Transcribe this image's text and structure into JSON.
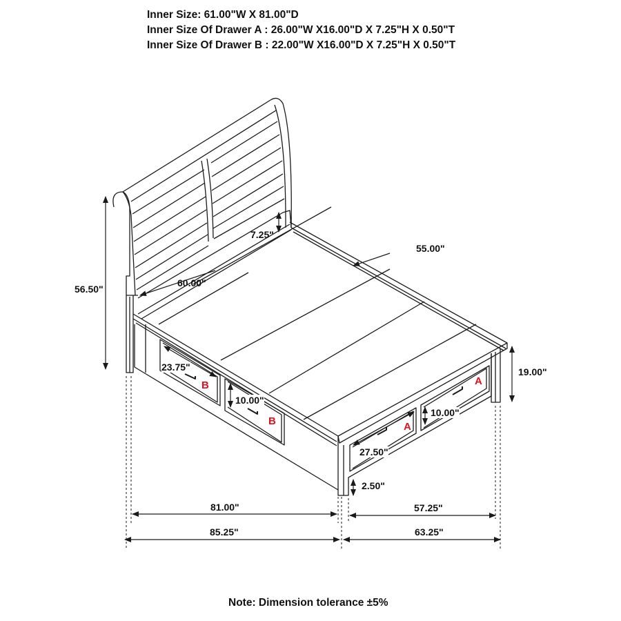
{
  "header": {
    "inner_size": "Inner Size: 61.00\"W X 81.00\"D",
    "drawer_a": "Inner Size Of Drawer A : 26.00\"W X16.00\"D X 7.25\"H X 0.50\"T",
    "drawer_b": "Inner Size Of Drawer B : 22.00\"W X16.00\"D X 7.25\"H X 0.50\"T"
  },
  "dimensions": {
    "headboard_height": "56.50\"",
    "rail_height_headboard": "7.25\"",
    "headboard_width": "60.00\"",
    "footboard_diag": "55.00\"",
    "drawer_b_width": "23.75\"",
    "drawer_b_height": "10.00\"",
    "footboard_height": "19.00\"",
    "drawer_a_height": "10.00\"",
    "drawer_a_width": "27.50\"",
    "ground_clearance": "2.50\"",
    "inner_length": "81.00\"",
    "outer_length": "85.25\"",
    "inner_width": "57.25\"",
    "outer_width": "63.25\""
  },
  "drawers": {
    "labels": [
      "B",
      "B",
      "A",
      "A"
    ],
    "label_color": "#e0101e"
  },
  "note": "Note: Dimension tolerance ±5%",
  "colors": {
    "line": "#1a1a1a",
    "background": "#ffffff",
    "drawer_letter": "#e0101e"
  }
}
